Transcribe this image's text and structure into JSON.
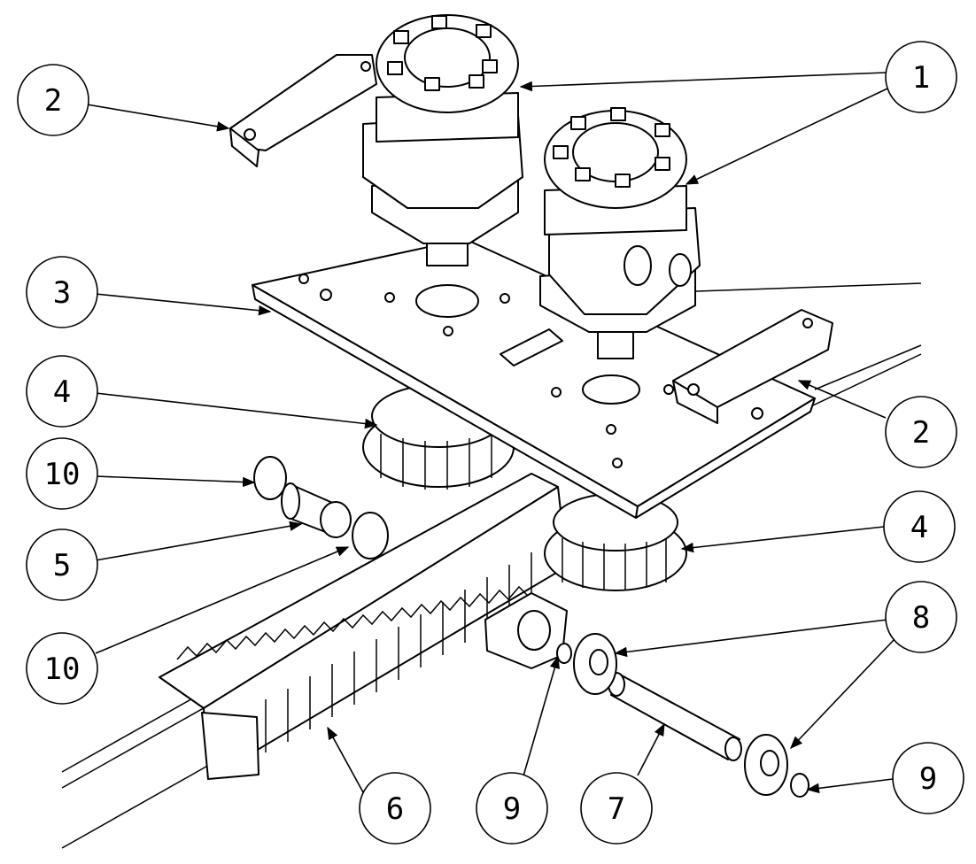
{
  "callouts": [
    {
      "id": "c1",
      "label": "1"
    },
    {
      "id": "c2a",
      "label": "2"
    },
    {
      "id": "c2b",
      "label": "2"
    },
    {
      "id": "c3",
      "label": "3"
    },
    {
      "id": "c4a",
      "label": "4"
    },
    {
      "id": "c4b",
      "label": "4"
    },
    {
      "id": "c5",
      "label": "5"
    },
    {
      "id": "c6",
      "label": "6"
    },
    {
      "id": "c7",
      "label": "7"
    },
    {
      "id": "c8",
      "label": "8"
    },
    {
      "id": "c9a",
      "label": "9"
    },
    {
      "id": "c9b",
      "label": "9"
    },
    {
      "id": "c10a",
      "label": "10"
    },
    {
      "id": "c10b",
      "label": "10"
    }
  ]
}
